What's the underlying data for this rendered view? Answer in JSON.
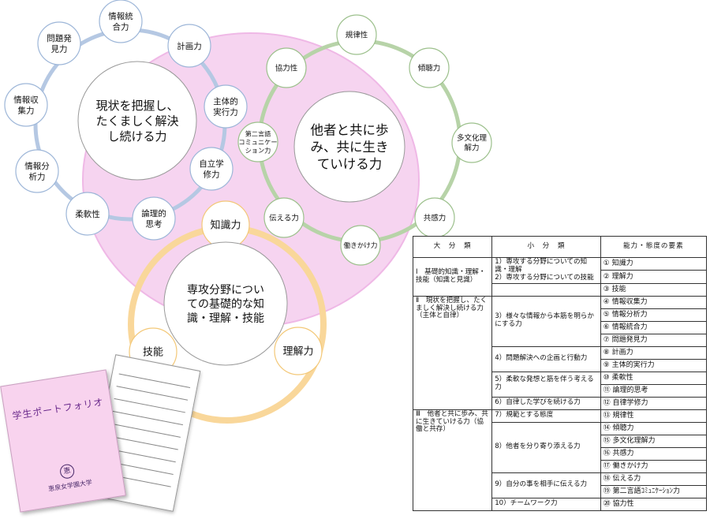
{
  "diagram": {
    "left_cluster": {
      "center": "現状を把握し、たくましく解決し続ける力",
      "center_lines": [
        "現状を把握し、",
        "たくましく解決",
        "し続ける力"
      ],
      "nodes": [
        {
          "lines": [
            "情報統",
            "合力"
          ]
        },
        {
          "lines": [
            "計画力"
          ]
        },
        {
          "lines": [
            "主体的",
            "実行力"
          ]
        },
        {
          "lines": [
            "自立学",
            "修力"
          ]
        },
        {
          "lines": [
            "論理的",
            "思考"
          ]
        },
        {
          "lines": [
            "柔軟性"
          ]
        },
        {
          "lines": [
            "情報分",
            "析力"
          ]
        },
        {
          "lines": [
            "情報収",
            "集力"
          ]
        },
        {
          "lines": [
            "問題発",
            "見力"
          ]
        }
      ]
    },
    "right_cluster": {
      "center": "他者と共に歩み、共に生きていける力",
      "center_lines": [
        "他者と共に歩",
        "み、共に生き",
        "ていける力"
      ],
      "nodes": [
        {
          "lines": [
            "規律性"
          ]
        },
        {
          "lines": [
            "傾聴力"
          ]
        },
        {
          "lines": [
            "多文化理",
            "解力"
          ]
        },
        {
          "lines": [
            "共感力"
          ]
        },
        {
          "lines": [
            "働きかけ力"
          ]
        },
        {
          "lines": [
            "伝える力"
          ]
        },
        {
          "lines": [
            "第二言語",
            "コミュニケー",
            "ション力"
          ]
        },
        {
          "lines": [
            "協力性"
          ]
        }
      ]
    },
    "bottom_cluster": {
      "center": "専攻分野についての基礎的な知識・理解・技能",
      "center_lines": [
        "専攻分野につい",
        "ての基礎的な知",
        "識・理解・技能"
      ],
      "nodes": [
        {
          "lines": [
            "知識力"
          ]
        },
        {
          "lines": [
            "理解力"
          ]
        },
        {
          "lines": [
            "技能"
          ]
        }
      ]
    },
    "colors": {
      "left_ring": "#b5c8e3",
      "right_ring": "#b7d3a8",
      "bottom_ring": "#f9d79a",
      "pink_fill": "#f6d4f0",
      "pink_stroke": "#efb8e6"
    }
  },
  "booklet": {
    "title": "学生ポートフォリオ",
    "university": "恵泉女学園大学",
    "seal": "恵"
  },
  "table": {
    "headers": [
      "大　分　類",
      "小　分　類",
      "能力・態度の要素"
    ],
    "categories": [
      "Ⅰ　基礎的知識・理解・技能（知識と見識）",
      "Ⅱ　現状を把握し、たくましく解決し続ける力（主体と自律）",
      "Ⅲ　他者と共に歩み、共に生きていける力（協働と共存）"
    ],
    "subcategories": [
      "1）専攻する分野についての知識・理解",
      "2）専攻する分野についての技能",
      "3）様々な情報から本筋を明らかにする力",
      "4）問題解決への企画と行動力",
      "5）柔軟な発想と筋を伴う考える力",
      "6）自律した学びを続ける力",
      "7）規範とする態度",
      "8）他者を分り寄り添える力",
      "9）自分の事を相手に伝える力",
      "10）チームワーク力"
    ],
    "elements": [
      "①  知識力",
      "②  理解力",
      "③  技能",
      "④  情報収集力",
      "⑤  情報分析力",
      "⑥  情報統合力",
      "⑦  問題発見力",
      "⑧  計画力",
      "⑨  主体的実行力",
      "⑩  柔軟性",
      "⑪  論理的思考",
      "⑫  自律学修力",
      "⑬  規律性",
      "⑭  傾聴力",
      "⑮  多文化理解力",
      "⑯  共感力",
      "⑰  働きかけ力",
      "⑱  伝える力",
      "⑲  第二言語ｺﾐｭﾆｹｰｼｮﾝ力",
      "⑳  協力性"
    ]
  }
}
